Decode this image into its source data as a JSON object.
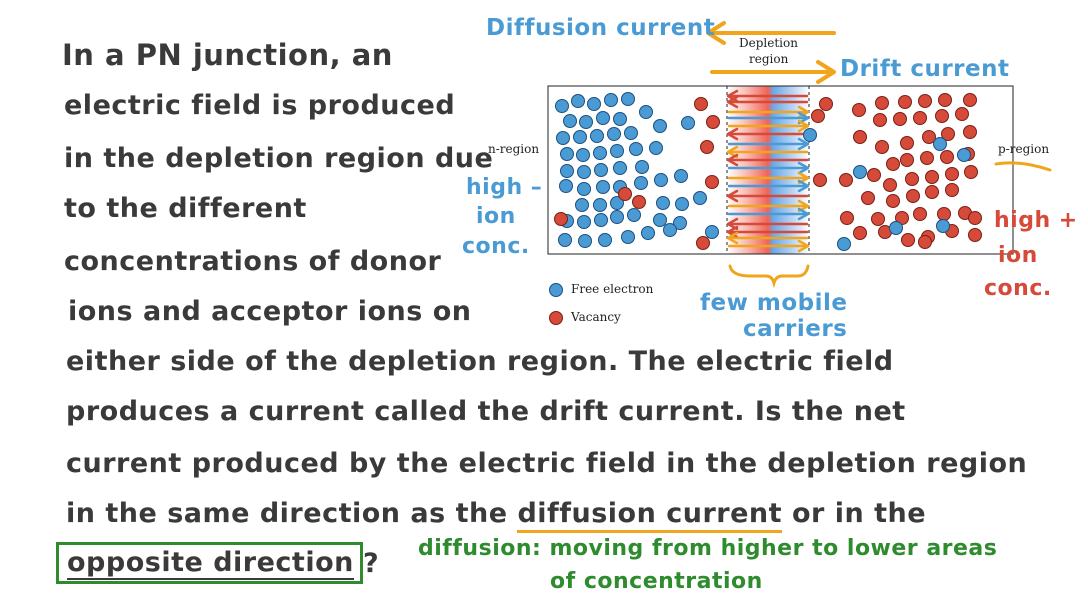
{
  "question": {
    "lines": [
      "In a PN junction, an",
      "electric field is produced",
      "in the depletion region due",
      "to the different",
      "concentrations of donor",
      "ions and acceptor ions on",
      "either side of the depletion region. The electric field",
      "produces a current called the drift current. Is the net",
      "current produced by the electric field in the depletion region"
    ],
    "last_line_prefix": "in the same direction as the",
    "underlined_option": "diffusion current",
    "last_line_middle": "or in the",
    "boxed_option": "opposite direction",
    "question_mark": "?"
  },
  "annotations": {
    "diffusion_current": "Diffusion current",
    "drift_current": "Drift current",
    "high_minus": [
      "high –",
      "ion",
      "conc."
    ],
    "high_plus": [
      "high +",
      "ion",
      "conc."
    ],
    "few_mobile": [
      "few mobile",
      "carriers"
    ],
    "definition": [
      "diffusion: moving from higher to lower areas",
      "of concentration"
    ]
  },
  "diagram": {
    "depletion_label": [
      "Depletion",
      "region"
    ],
    "n_region": "n-region",
    "p_region": "p-region",
    "legend": [
      {
        "label": "Free electron",
        "color": "#4a9bd4"
      },
      {
        "label": "Vacancy",
        "color": "#d64a3a"
      }
    ]
  },
  "colors": {
    "blue": "#4a9bd4",
    "red": "#d64a3a",
    "orange": "#f0a51c",
    "green": "#2e8b2e"
  }
}
